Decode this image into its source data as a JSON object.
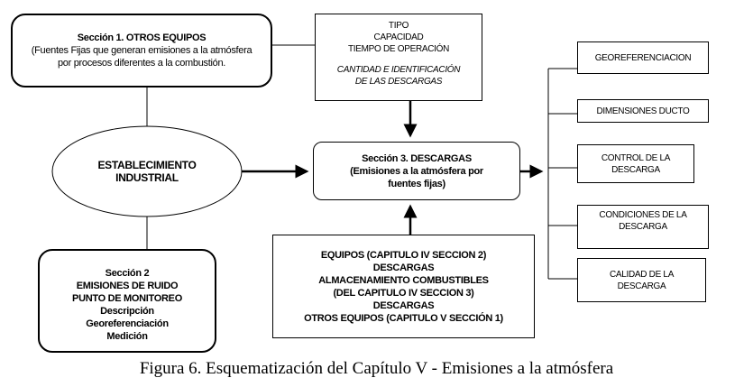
{
  "section1": {
    "title": "Sección 1. OTROS EQUIPOS",
    "desc": "(Fuentes Fijas que generan emisiones a la atmósfera por procesos diferentes a la combustión."
  },
  "tipo_box": {
    "lines": [
      "TIPO",
      "CAPACIDAD",
      "TIEMPO DE OPERACIÓN"
    ],
    "italic_lines": [
      "CANTIDAD E IDENTIFICACIÓN",
      "DE LAS DESCARGAS"
    ]
  },
  "establecimiento": [
    "ESTABLECIMIENTO",
    "INDUSTRIAL"
  ],
  "section3": {
    "title": "Sección 3. DESCARGAS",
    "desc": "(Emisiones a la atmósfera por fuentes fijas)"
  },
  "section2": {
    "lines": [
      "Sección 2",
      "EMISIONES DE RUIDO",
      "PUNTO DE MONITOREO"
    ],
    "sub": [
      "Descripción",
      "Georeferenciación",
      "Medición"
    ]
  },
  "equipos_box": [
    "EQUIPOS (CAPITULO IV SECCION 2)",
    "DESCARGAS",
    "ALMACENAMIENTO COMBUSTIBLES",
    "(DEL CAPITULO IV SECCION 3)",
    "DESCARGAS",
    "OTROS EQUIPOS (CAPITULO V SECCIÓN 1)"
  ],
  "right_boxes": [
    "GEOREFERENCIACION",
    "DIMENSIONES DUCTO",
    "CONTROL DE LA DESCARGA",
    "CONDICIONES DE LA DESCARGA",
    "CALIDAD DE LA DESCARGA"
  ],
  "caption": "Figura 6. Esquematización del Capítulo V - Emisiones a la atmósfera"
}
